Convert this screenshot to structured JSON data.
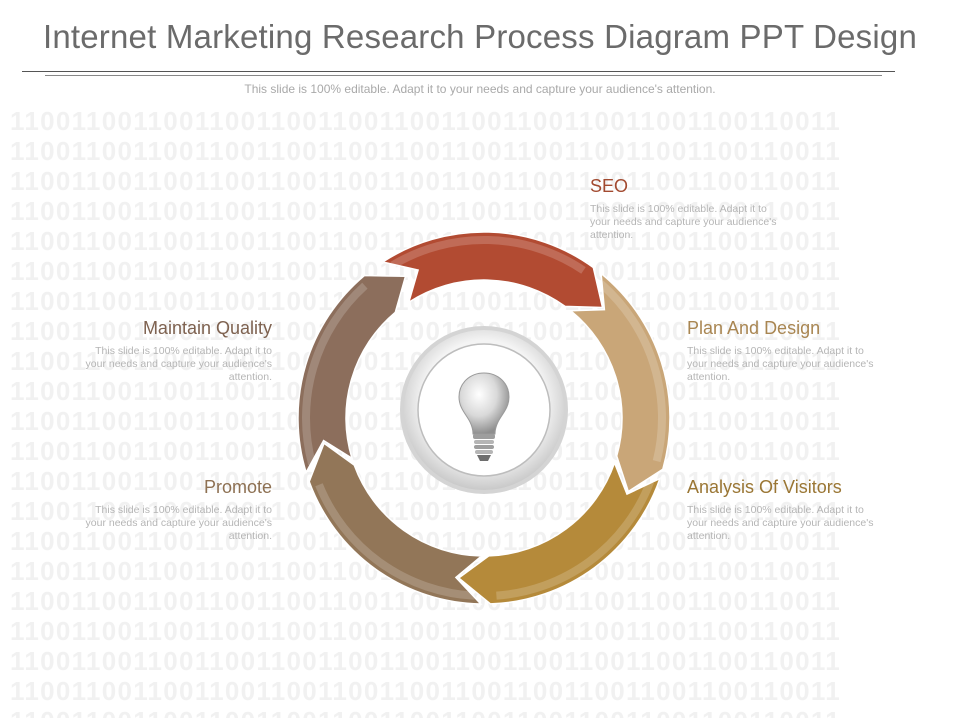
{
  "title": "Internet Marketing Research Process Diagram PPT Design",
  "subtitle": "This slide is 100% editable. Adapt it to your needs and capture your audience's attention.",
  "background_pattern": "110011001100110011001100110011001100110011001100110011",
  "center_icon": "light-bulb-icon",
  "steps": [
    {
      "label": "SEO",
      "text": "This slide is 100% editable. Adapt it to your needs and capture your audience's attention.",
      "color": "#b24b32",
      "label_color": "#a24a30"
    },
    {
      "label": "Plan And Design",
      "text": "This slide is 100% editable. Adapt it to your needs and capture your audience's attention.",
      "color": "#c9a678",
      "label_color": "#a98652"
    },
    {
      "label": "Analysis Of Visitors",
      "text": "This slide is 100% editable. Adapt it to your needs and capture your audience's attention.",
      "color": "#b58a3a",
      "label_color": "#9a7634"
    },
    {
      "label": "Promote",
      "text": "This slide is 100% editable. Adapt it to your needs and capture your audience's attention.",
      "color": "#927658",
      "label_color": "#8d7052"
    },
    {
      "label": "Maintain Quality",
      "text": "This slide is 100% editable. Adapt it to your needs and capture your audience's attention.",
      "color": "#8c6e5c",
      "label_color": "#7e6250"
    }
  ]
}
